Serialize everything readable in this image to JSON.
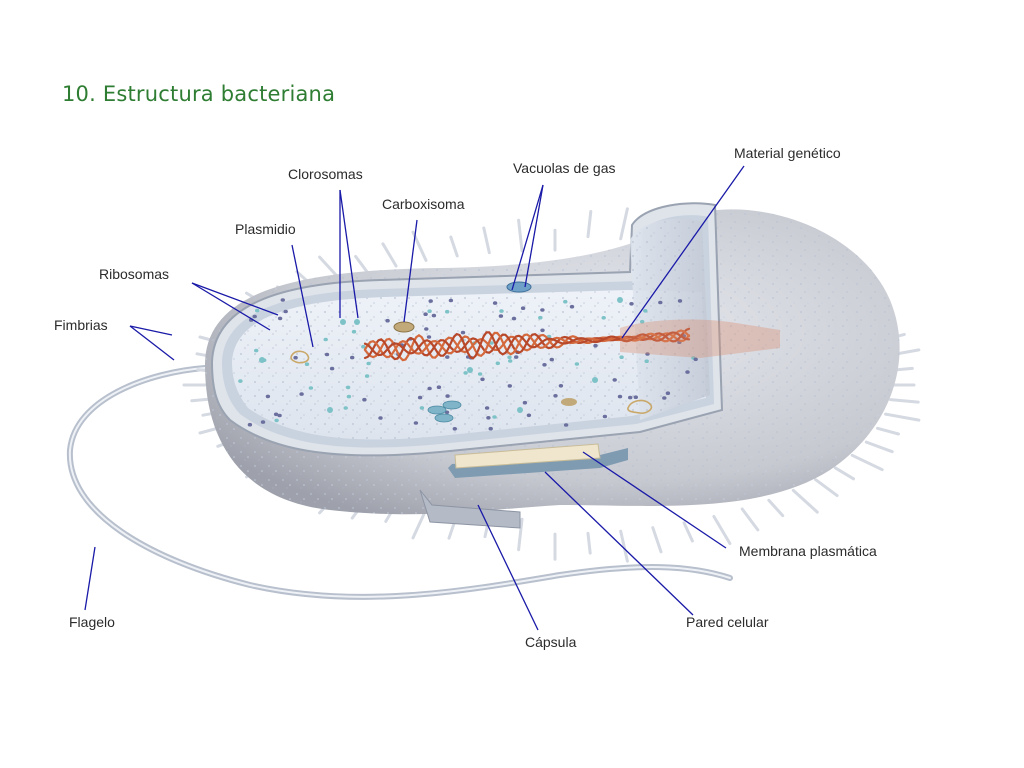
{
  "title": "10. Estructura bacteriana",
  "labels": {
    "material_genetico": "Material genético",
    "vacuolas_de_gas": "Vacuolas de gas",
    "clorosomas": "Clorosomas",
    "carboxisoma": "Carboxisoma",
    "plasmidio": "Plasmidio",
    "ribosomas": "Ribosomas",
    "fimbrias": "Fimbrias",
    "membrana_plasmatica": "Membrana plasmática",
    "pared_celular": "Pared celular",
    "capsula": "Cápsula",
    "flagelo": "Flagelo"
  },
  "colors": {
    "title": "#2e7d32",
    "leader_line": "#1a1aa8",
    "cell_gray": "#c9cbd2",
    "cytoplasm": "#e6ecf3",
    "dna": "#c8552f"
  }
}
